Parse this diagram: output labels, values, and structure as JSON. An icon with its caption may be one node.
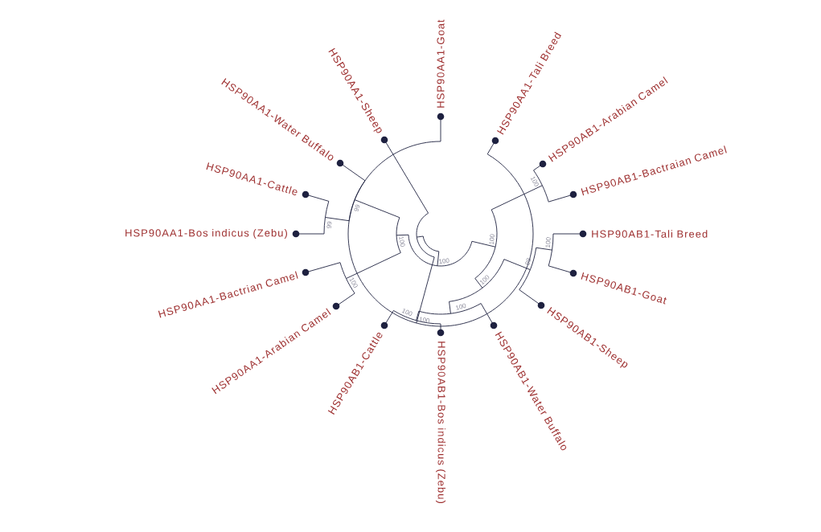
{
  "diagram": {
    "labels": [
      "HSP90AA1-Sheep",
      "HSP90AA1-Goat",
      "HSP90AA1-Tali Breed",
      "HSP90AB1-Arabian Camel",
      "HSP90AA1-Water Buffalo",
      "HSP90AB1-Bactraian Camel",
      "HSP90AA1-Cattle",
      "HSP90AA1-Bos indicus (Zebu)",
      "HSP90AB1-Tali Breed",
      "HSP90AA1-Bactrian Camel",
      "HSP90AB1-Goat",
      "HSP90AA1-Arabian Camel",
      "HSP90AB1-Sheep",
      "HSP90AB1-Cattle",
      "HSP90AB1-Bos indicus (Zebu)",
      "HSP90AB1-Water Buffalo",
      "99",
      "100",
      "100",
      "99",
      "100",
      "100",
      "100",
      "98",
      "100",
      "100",
      "100",
      "100",
      "100"
    ]
  }
}
